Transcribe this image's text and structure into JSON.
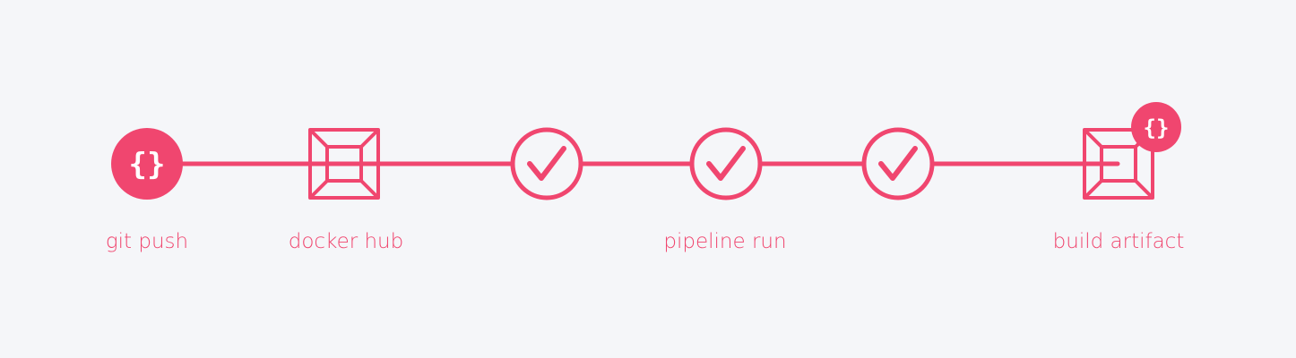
{
  "colors": {
    "accent": "#f0466f",
    "background": "#f5f6f9",
    "glyph": "#ffffff"
  },
  "steps": [
    {
      "id": "git-push",
      "icon": "code-braces-icon",
      "label": "git push",
      "glyph": "{}"
    },
    {
      "id": "docker-hub",
      "icon": "container-box-icon",
      "label": "docker hub"
    },
    {
      "id": "check-1",
      "icon": "check-circle-icon",
      "label": ""
    },
    {
      "id": "pipeline-run",
      "icon": "check-circle-icon",
      "label": "pipeline run"
    },
    {
      "id": "check-3",
      "icon": "check-circle-icon",
      "label": ""
    },
    {
      "id": "build-artifact",
      "icon": "container-box-icon",
      "label": "build artifact",
      "badge": {
        "icon": "code-braces-icon",
        "glyph": "{}"
      }
    }
  ]
}
